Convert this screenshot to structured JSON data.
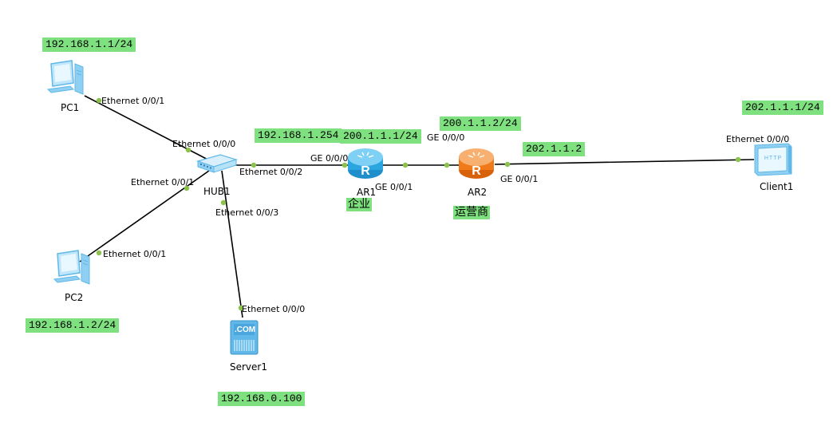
{
  "devices": {
    "pc1": "PC1",
    "pc2": "PC2",
    "hub1": "HUB1",
    "server1": "Server1",
    "ar1": "AR1",
    "ar2": "AR2",
    "client1": "Client1"
  },
  "ports": {
    "pc1_e001": "Ethernet 0/0/1",
    "hub_e000": "Ethernet 0/0/0",
    "hub_e001": "Ethernet 0/0/1",
    "hub_e002": "Ethernet 0/0/2",
    "hub_e003": "Ethernet 0/0/3",
    "pc2_e001": "Ethernet 0/0/1",
    "server_e000": "Ethernet 0/0/0",
    "ar1_ge000": "GE 0/0/0",
    "ar1_ge001": "GE 0/0/1",
    "ar2_ge000": "GE 0/0/0",
    "ar2_ge001": "GE 0/0/1",
    "client_e000": "Ethernet 0/0/0"
  },
  "ip_labels": {
    "pc1": "192.168.1.1/24",
    "pc2": "192.168.1.2/24",
    "gateway": "192.168.1.254",
    "server": "192.168.0.100",
    "ar1_wan": "200.1.1.1/24",
    "ar2_wan": "200.1.1.2/24",
    "ar2_lan": "202.1.1.2",
    "client": "202.1.1.1/24"
  },
  "notes": {
    "ar1": "企业",
    "ar2": "运营商"
  },
  "server_badge": ".COM",
  "client_screen": "HTTP",
  "colors": {
    "link": "#000000",
    "port_dot": "#8bc34a",
    "ip_bg": "#7ee07e",
    "ar1": "#29a6e0",
    "ar2": "#f07a1a",
    "device_blue": "#5fb8e8"
  }
}
